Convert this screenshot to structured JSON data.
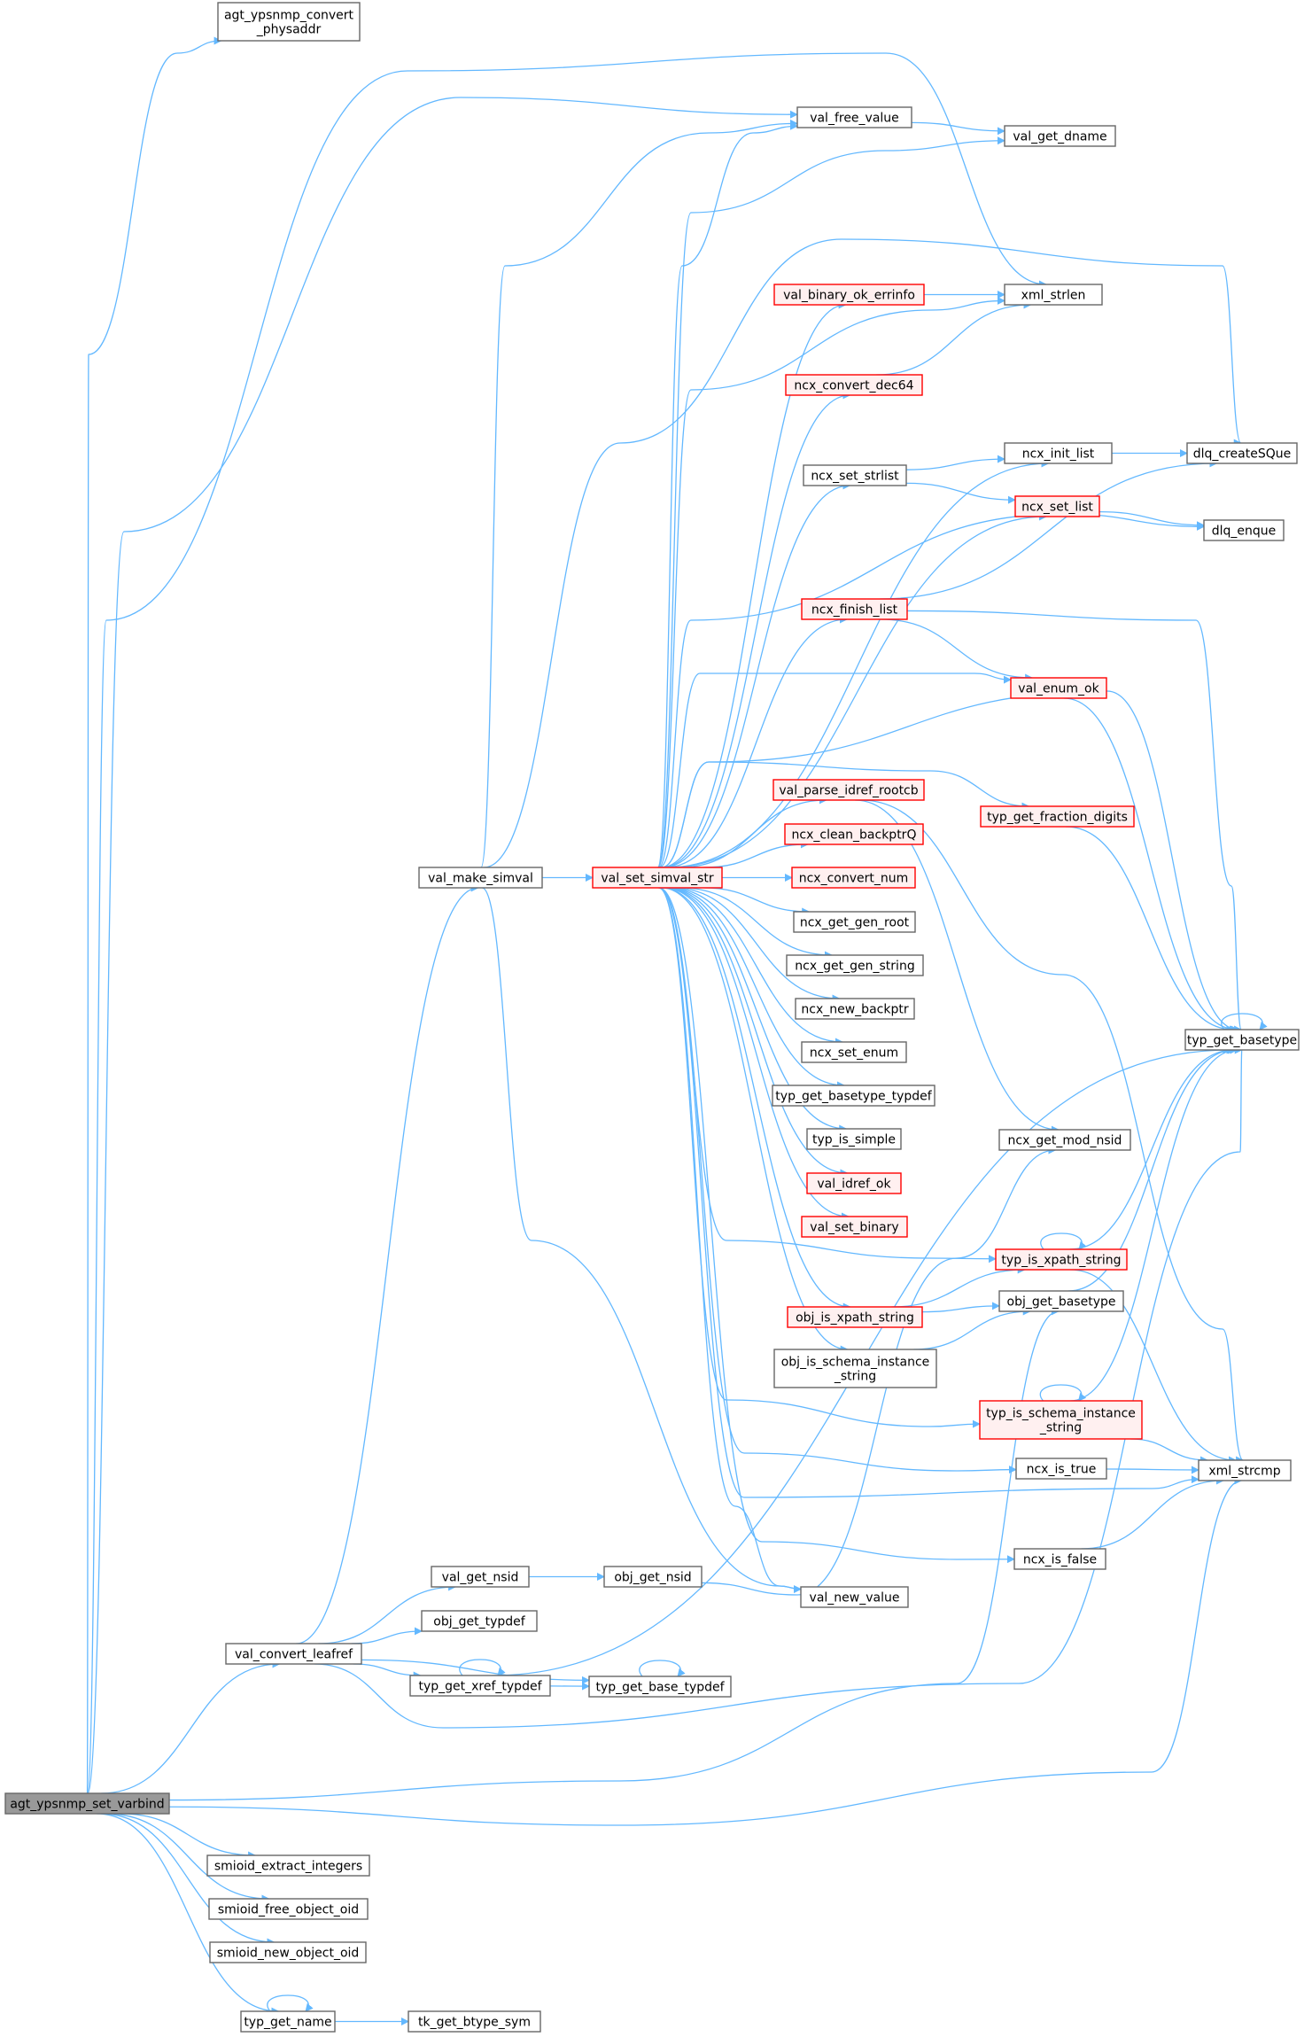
{
  "diagram": {
    "type": "call-graph",
    "colors": {
      "edge": "#63b8ff",
      "root_fill": "#999999",
      "normal_fill": "#ffffff",
      "normal_border": "#666666",
      "linked_fill": "#fff0f0",
      "linked_border": "#ff0000"
    },
    "nodes": [
      {
        "id": "root",
        "lines": [
          "agt_ypsnmp_set_varbind"
        ],
        "style": "root"
      },
      {
        "id": "convert_physaddr",
        "lines": [
          "agt_ypsnmp_convert",
          "_physaddr"
        ],
        "style": "normal"
      },
      {
        "id": "val_free_value",
        "lines": [
          "val_free_value"
        ],
        "style": "normal"
      },
      {
        "id": "val_get_dname",
        "lines": [
          "val_get_dname"
        ],
        "style": "normal"
      },
      {
        "id": "val_binary_ok_errinfo",
        "lines": [
          "val_binary_ok_errinfo"
        ],
        "style": "red"
      },
      {
        "id": "xml_strlen",
        "lines": [
          "xml_strlen"
        ],
        "style": "normal"
      },
      {
        "id": "ncx_convert_dec64",
        "lines": [
          "ncx_convert_dec64"
        ],
        "style": "red"
      },
      {
        "id": "ncx_init_list",
        "lines": [
          "ncx_init_list"
        ],
        "style": "normal"
      },
      {
        "id": "dlq_createSQue",
        "lines": [
          "dlq_createSQue"
        ],
        "style": "normal"
      },
      {
        "id": "ncx_set_strlist",
        "lines": [
          "ncx_set_strlist"
        ],
        "style": "normal"
      },
      {
        "id": "ncx_set_list",
        "lines": [
          "ncx_set_list"
        ],
        "style": "red"
      },
      {
        "id": "dlq_enque",
        "lines": [
          "dlq_enque"
        ],
        "style": "normal"
      },
      {
        "id": "ncx_finish_list",
        "lines": [
          "ncx_finish_list"
        ],
        "style": "red"
      },
      {
        "id": "val_enum_ok",
        "lines": [
          "val_enum_ok"
        ],
        "style": "red"
      },
      {
        "id": "val_parse_idref_rootcb",
        "lines": [
          "val_parse_idref_rootcb"
        ],
        "style": "red"
      },
      {
        "id": "typ_get_fraction_digits",
        "lines": [
          "typ_get_fraction_digits"
        ],
        "style": "red"
      },
      {
        "id": "ncx_clean_backptrQ",
        "lines": [
          "ncx_clean_backptrQ"
        ],
        "style": "red"
      },
      {
        "id": "val_make_simval",
        "lines": [
          "val_make_simval"
        ],
        "style": "normal"
      },
      {
        "id": "val_set_simval_str",
        "lines": [
          "val_set_simval_str"
        ],
        "style": "red"
      },
      {
        "id": "ncx_convert_num",
        "lines": [
          "ncx_convert_num"
        ],
        "style": "red"
      },
      {
        "id": "ncx_get_gen_root",
        "lines": [
          "ncx_get_gen_root"
        ],
        "style": "normal"
      },
      {
        "id": "ncx_get_gen_string",
        "lines": [
          "ncx_get_gen_string"
        ],
        "style": "normal"
      },
      {
        "id": "ncx_new_backptr",
        "lines": [
          "ncx_new_backptr"
        ],
        "style": "normal"
      },
      {
        "id": "typ_get_basetype",
        "lines": [
          "typ_get_basetype"
        ],
        "style": "normal"
      },
      {
        "id": "ncx_set_enum",
        "lines": [
          "ncx_set_enum"
        ],
        "style": "normal"
      },
      {
        "id": "typ_get_basetype_typdef",
        "lines": [
          "typ_get_basetype_typdef"
        ],
        "style": "normal"
      },
      {
        "id": "ncx_get_mod_nsid",
        "lines": [
          "ncx_get_mod_nsid"
        ],
        "style": "normal"
      },
      {
        "id": "typ_is_simple",
        "lines": [
          "typ_is_simple"
        ],
        "style": "normal"
      },
      {
        "id": "val_idref_ok",
        "lines": [
          "val_idref_ok"
        ],
        "style": "red"
      },
      {
        "id": "val_set_binary",
        "lines": [
          "val_set_binary"
        ],
        "style": "red"
      },
      {
        "id": "typ_is_xpath_string",
        "lines": [
          "typ_is_xpath_string"
        ],
        "style": "red"
      },
      {
        "id": "obj_get_basetype",
        "lines": [
          "obj_get_basetype"
        ],
        "style": "normal"
      },
      {
        "id": "obj_is_xpath_string",
        "lines": [
          "obj_is_xpath_string"
        ],
        "style": "red"
      },
      {
        "id": "obj_is_schema_instance_string",
        "lines": [
          "obj_is_schema_instance",
          "_string"
        ],
        "style": "normal"
      },
      {
        "id": "typ_is_schema_instance_string",
        "lines": [
          "typ_is_schema_instance",
          "_string"
        ],
        "style": "red"
      },
      {
        "id": "ncx_is_true",
        "lines": [
          "ncx_is_true"
        ],
        "style": "normal"
      },
      {
        "id": "xml_strcmp",
        "lines": [
          "xml_strcmp"
        ],
        "style": "normal"
      },
      {
        "id": "ncx_is_false",
        "lines": [
          "ncx_is_false"
        ],
        "style": "normal"
      },
      {
        "id": "val_get_nsid",
        "lines": [
          "val_get_nsid"
        ],
        "style": "normal"
      },
      {
        "id": "obj_get_nsid",
        "lines": [
          "obj_get_nsid"
        ],
        "style": "normal"
      },
      {
        "id": "val_new_value",
        "lines": [
          "val_new_value"
        ],
        "style": "normal"
      },
      {
        "id": "obj_get_typdef",
        "lines": [
          "obj_get_typdef"
        ],
        "style": "normal"
      },
      {
        "id": "val_convert_leafref",
        "lines": [
          "val_convert_leafref"
        ],
        "style": "normal"
      },
      {
        "id": "typ_get_xref_typdef",
        "lines": [
          "typ_get_xref_typdef"
        ],
        "style": "normal"
      },
      {
        "id": "typ_get_base_typdef",
        "lines": [
          "typ_get_base_typdef"
        ],
        "style": "normal"
      },
      {
        "id": "smioid_extract_integers",
        "lines": [
          "smioid_extract_integers"
        ],
        "style": "normal"
      },
      {
        "id": "smioid_free_object_oid",
        "lines": [
          "smioid_free_object_oid"
        ],
        "style": "normal"
      },
      {
        "id": "smioid_new_object_oid",
        "lines": [
          "smioid_new_object_oid"
        ],
        "style": "normal"
      },
      {
        "id": "typ_get_name",
        "lines": [
          "typ_get_name"
        ],
        "style": "normal"
      },
      {
        "id": "tk_get_btype_sym",
        "lines": [
          "tk_get_btype_sym"
        ],
        "style": "normal"
      }
    ],
    "edges": [
      [
        "root",
        "convert_physaddr"
      ],
      [
        "root",
        "xml_strlen"
      ],
      [
        "root",
        "val_free_value"
      ],
      [
        "root",
        "val_convert_leafref"
      ],
      [
        "root",
        "obj_get_basetype"
      ],
      [
        "root",
        "xml_strcmp"
      ],
      [
        "root",
        "smioid_extract_integers"
      ],
      [
        "root",
        "smioid_free_object_oid"
      ],
      [
        "root",
        "smioid_new_object_oid"
      ],
      [
        "root",
        "typ_get_name"
      ],
      [
        "val_free_value",
        "val_get_dname"
      ],
      [
        "val_binary_ok_errinfo",
        "xml_strlen"
      ],
      [
        "ncx_convert_dec64",
        "xml_strlen"
      ],
      [
        "ncx_init_list",
        "dlq_createSQue"
      ],
      [
        "ncx_set_strlist",
        "ncx_init_list"
      ],
      [
        "ncx_set_strlist",
        "ncx_set_list"
      ],
      [
        "ncx_set_list",
        "dlq_enque"
      ],
      [
        "ncx_finish_list",
        "dlq_createSQue"
      ],
      [
        "ncx_finish_list",
        "val_enum_ok"
      ],
      [
        "ncx_finish_list",
        "typ_get_basetype"
      ],
      [
        "val_enum_ok",
        "typ_get_basetype"
      ],
      [
        "val_parse_idref_rootcb",
        "ncx_get_mod_nsid"
      ],
      [
        "val_parse_idref_rootcb",
        "xml_strcmp"
      ],
      [
        "typ_get_fraction_digits",
        "typ_get_basetype"
      ],
      [
        "typ_get_basetype",
        "typ_get_basetype"
      ],
      [
        "val_make_simval",
        "val_set_simval_str"
      ],
      [
        "val_make_simval",
        "val_free_value"
      ],
      [
        "val_make_simval",
        "val_new_value"
      ],
      [
        "val_make_simval",
        "dlq_createSQue"
      ],
      [
        "val_set_simval_str",
        "val_free_value"
      ],
      [
        "val_set_simval_str",
        "val_get_dname"
      ],
      [
        "val_set_simval_str",
        "xml_strlen"
      ],
      [
        "val_set_simval_str",
        "val_binary_ok_errinfo"
      ],
      [
        "val_set_simval_str",
        "ncx_convert_dec64"
      ],
      [
        "val_set_simval_str",
        "ncx_init_list"
      ],
      [
        "val_set_simval_str",
        "ncx_set_strlist"
      ],
      [
        "val_set_simval_str",
        "ncx_set_list"
      ],
      [
        "val_set_simval_str",
        "dlq_enque"
      ],
      [
        "val_set_simval_str",
        "ncx_finish_list"
      ],
      [
        "val_set_simval_str",
        "val_enum_ok"
      ],
      [
        "val_set_simval_str",
        "val_parse_idref_rootcb"
      ],
      [
        "val_set_simval_str",
        "typ_get_fraction_digits"
      ],
      [
        "val_set_simval_str",
        "typ_get_basetype"
      ],
      [
        "val_set_simval_str",
        "ncx_clean_backptrQ"
      ],
      [
        "val_set_simval_str",
        "ncx_convert_num"
      ],
      [
        "val_set_simval_str",
        "ncx_get_gen_root"
      ],
      [
        "val_set_simval_str",
        "ncx_get_gen_string"
      ],
      [
        "val_set_simval_str",
        "ncx_new_backptr"
      ],
      [
        "val_set_simval_str",
        "ncx_set_enum"
      ],
      [
        "val_set_simval_str",
        "typ_get_basetype_typdef"
      ],
      [
        "val_set_simval_str",
        "typ_is_simple"
      ],
      [
        "val_set_simval_str",
        "val_idref_ok"
      ],
      [
        "val_set_simval_str",
        "val_set_binary"
      ],
      [
        "val_set_simval_str",
        "typ_is_xpath_string"
      ],
      [
        "val_set_simval_str",
        "obj_is_xpath_string"
      ],
      [
        "val_set_simval_str",
        "obj_is_schema_instance_string"
      ],
      [
        "val_set_simval_str",
        "typ_is_schema_instance_string"
      ],
      [
        "val_set_simval_str",
        "ncx_is_true"
      ],
      [
        "val_set_simval_str",
        "xml_strcmp"
      ],
      [
        "val_set_simval_str",
        "ncx_is_false"
      ],
      [
        "val_set_simval_str",
        "val_new_value"
      ],
      [
        "typ_is_xpath_string",
        "typ_is_xpath_string"
      ],
      [
        "typ_is_xpath_string",
        "typ_get_basetype"
      ],
      [
        "typ_is_xpath_string",
        "xml_strcmp"
      ],
      [
        "obj_get_basetype",
        "typ_get_basetype"
      ],
      [
        "obj_is_xpath_string",
        "typ_is_xpath_string"
      ],
      [
        "obj_is_xpath_string",
        "obj_get_basetype"
      ],
      [
        "obj_is_schema_instance_string",
        "obj_get_basetype"
      ],
      [
        "typ_is_schema_instance_string",
        "typ_is_schema_instance_string"
      ],
      [
        "typ_is_schema_instance_string",
        "typ_get_basetype"
      ],
      [
        "typ_is_schema_instance_string",
        "xml_strcmp"
      ],
      [
        "ncx_is_true",
        "xml_strcmp"
      ],
      [
        "ncx_is_false",
        "xml_strcmp"
      ],
      [
        "val_convert_leafref",
        "val_make_simval"
      ],
      [
        "val_convert_leafref",
        "val_get_nsid"
      ],
      [
        "val_convert_leafref",
        "obj_get_typdef"
      ],
      [
        "val_convert_leafref",
        "typ_get_xref_typdef"
      ],
      [
        "val_convert_leafref",
        "typ_get_base_typdef"
      ],
      [
        "val_convert_leafref",
        "typ_get_basetype"
      ],
      [
        "val_get_nsid",
        "obj_get_nsid"
      ],
      [
        "obj_get_nsid",
        "ncx_get_mod_nsid"
      ],
      [
        "typ_get_xref_typdef",
        "typ_get_xref_typdef"
      ],
      [
        "typ_get_xref_typdef",
        "typ_get_base_typdef"
      ],
      [
        "typ_get_xref_typdef",
        "typ_get_basetype"
      ],
      [
        "typ_get_base_typdef",
        "typ_get_base_typdef"
      ],
      [
        "typ_get_name",
        "typ_get_name"
      ],
      [
        "typ_get_name",
        "tk_get_btype_sym"
      ]
    ]
  }
}
